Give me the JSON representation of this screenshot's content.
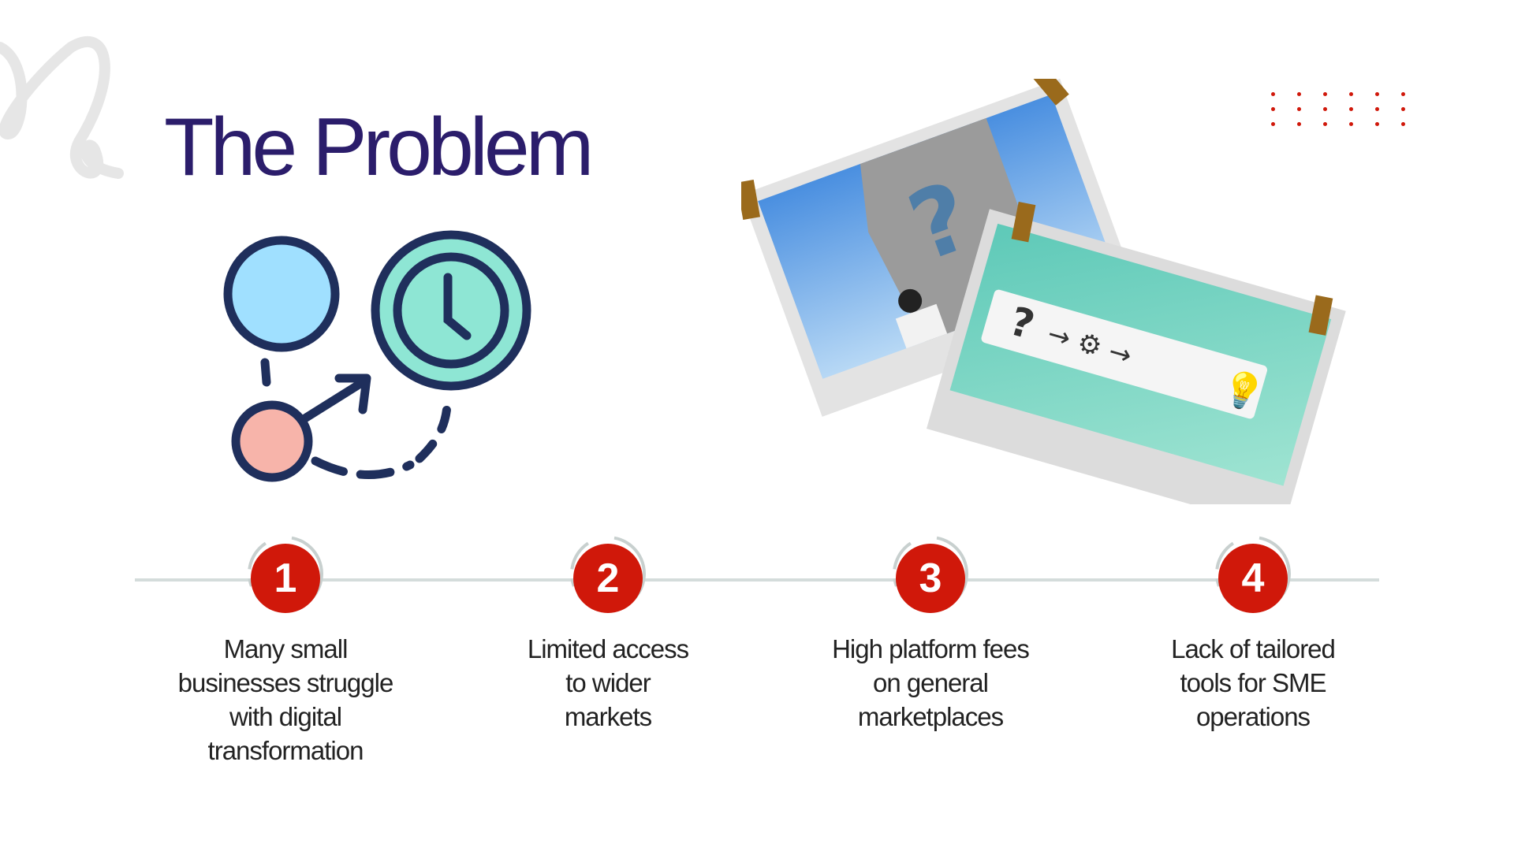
{
  "title": "The Problem",
  "accent_color": "#d0180a",
  "title_color": "#2b1d6b",
  "steps": [
    {
      "number": "1",
      "text": "Many small businesses struggle with digital transformation",
      "lines": [
        "Many small",
        "businesses struggle",
        "with digital",
        "transformation"
      ]
    },
    {
      "number": "2",
      "text": "Limited access to wider markets",
      "lines": [
        "Limited access",
        "to wider",
        "markets"
      ]
    },
    {
      "number": "3",
      "text": "High platform fees on general marketplaces",
      "lines": [
        "High platform fees",
        "on general",
        "marketplaces"
      ]
    },
    {
      "number": "4",
      "text": "Lack of tailored tools for SME operations",
      "lines": [
        "Lack of tailored",
        "tools for SME",
        "operations"
      ]
    }
  ]
}
